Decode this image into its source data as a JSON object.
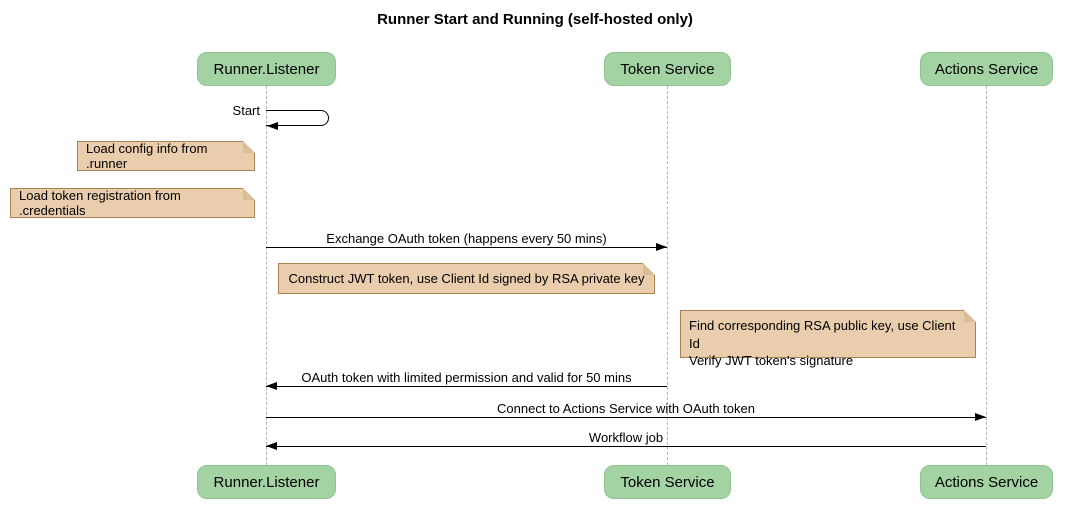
{
  "title": "Runner Start and Running (self-hosted only)",
  "participants": [
    {
      "name": "Runner.Listener"
    },
    {
      "name": "Token Service"
    },
    {
      "name": "Actions Service"
    }
  ],
  "messages": {
    "start": "Start",
    "exchange": "Exchange OAuth token (happens every 50 mins)",
    "oauth_return": "OAuth token with limited permission and valid for 50 mins",
    "connect": "Connect to Actions Service with OAuth token",
    "workflow": "Workflow job"
  },
  "notes": {
    "load_config": "Load config info from .runner",
    "load_token": "Load token registration from .credentials",
    "construct_jwt": "Construct JWT token, use Client Id signed by RSA private key",
    "find_rsa_line1": "Find corresponding RSA public key, use Client Id",
    "find_rsa_line2": "Verify JWT token's signature"
  },
  "colors": {
    "participant_fill": "#a3d3a3",
    "participant_border": "#8fc28f",
    "note_fill": "#e9cdad",
    "note_border": "#a8824f",
    "note_fold": "#d9bd97",
    "lifeline": "#b5b5b5",
    "arrow": "#000000"
  }
}
